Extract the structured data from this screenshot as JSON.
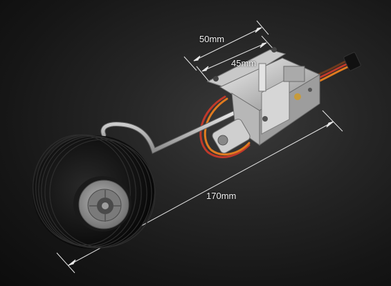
{
  "image": {
    "dimension_labels": {
      "width_outer": "50mm",
      "width_inner": "45mm",
      "length": "170mm"
    },
    "colors": {
      "background": "#1f1f1f",
      "dimension_line": "#e8e8e8",
      "tire": "#151515",
      "hub": "#8f8f8f",
      "aluminum": "#c9c9c9",
      "servo_wire_orange": "#e07b1f",
      "servo_wire_red": "#c0392b",
      "servo_wire_brown": "#6b3a1e"
    }
  }
}
